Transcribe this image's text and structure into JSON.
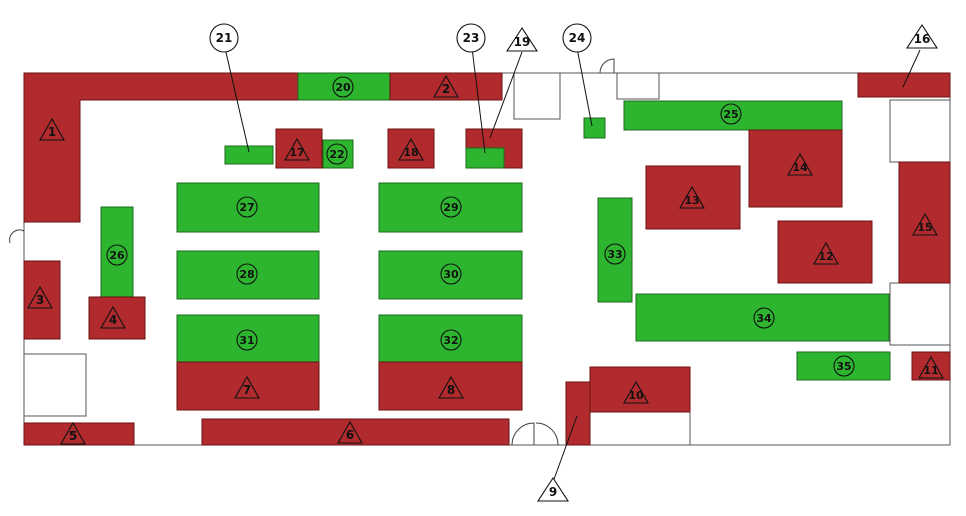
{
  "floor_plan": {
    "colors": {
      "red_zone": "#b12a2d",
      "green_zone": "#2db52f",
      "background": "#ffffff"
    },
    "areas": [
      {
        "id": "1",
        "label": "1",
        "zone": "red",
        "marker": "triangle"
      },
      {
        "id": "2",
        "label": "2",
        "zone": "red",
        "marker": "triangle"
      },
      {
        "id": "3",
        "label": "3",
        "zone": "red",
        "marker": "triangle"
      },
      {
        "id": "4",
        "label": "4",
        "zone": "red",
        "marker": "triangle"
      },
      {
        "id": "5",
        "label": "5",
        "zone": "red",
        "marker": "triangle"
      },
      {
        "id": "6",
        "label": "6",
        "zone": "red",
        "marker": "triangle"
      },
      {
        "id": "7",
        "label": "7",
        "zone": "red",
        "marker": "triangle"
      },
      {
        "id": "8",
        "label": "8",
        "zone": "red",
        "marker": "triangle"
      },
      {
        "id": "9",
        "label": "9",
        "zone": "red",
        "marker": "triangle"
      },
      {
        "id": "10",
        "label": "10",
        "zone": "red",
        "marker": "triangle"
      },
      {
        "id": "11",
        "label": "11",
        "zone": "red",
        "marker": "triangle"
      },
      {
        "id": "12",
        "label": "12",
        "zone": "red",
        "marker": "triangle"
      },
      {
        "id": "13",
        "label": "13",
        "zone": "red",
        "marker": "triangle"
      },
      {
        "id": "14",
        "label": "14",
        "zone": "red",
        "marker": "triangle"
      },
      {
        "id": "15",
        "label": "15",
        "zone": "red",
        "marker": "triangle"
      },
      {
        "id": "16",
        "label": "16",
        "zone": "red",
        "marker": "triangle"
      },
      {
        "id": "17",
        "label": "17",
        "zone": "red",
        "marker": "triangle"
      },
      {
        "id": "18",
        "label": "18",
        "zone": "red",
        "marker": "triangle"
      },
      {
        "id": "19",
        "label": "19",
        "zone": "red",
        "marker": "triangle"
      },
      {
        "id": "20",
        "label": "20",
        "zone": "green",
        "marker": "circle"
      },
      {
        "id": "21",
        "label": "21",
        "zone": "green",
        "marker": "circle"
      },
      {
        "id": "22",
        "label": "22",
        "zone": "green",
        "marker": "circle"
      },
      {
        "id": "23",
        "label": "23",
        "zone": "green",
        "marker": "circle"
      },
      {
        "id": "24",
        "label": "24",
        "zone": "green",
        "marker": "circle"
      },
      {
        "id": "25",
        "label": "25",
        "zone": "green",
        "marker": "circle"
      },
      {
        "id": "26",
        "label": "26",
        "zone": "green",
        "marker": "circle"
      },
      {
        "id": "27",
        "label": "27",
        "zone": "green",
        "marker": "circle"
      },
      {
        "id": "28",
        "label": "28",
        "zone": "green",
        "marker": "circle"
      },
      {
        "id": "29",
        "label": "29",
        "zone": "green",
        "marker": "circle"
      },
      {
        "id": "30",
        "label": "30",
        "zone": "green",
        "marker": "circle"
      },
      {
        "id": "31",
        "label": "31",
        "zone": "green",
        "marker": "circle"
      },
      {
        "id": "32",
        "label": "32",
        "zone": "green",
        "marker": "circle"
      },
      {
        "id": "33",
        "label": "33",
        "zone": "green",
        "marker": "circle"
      },
      {
        "id": "34",
        "label": "34",
        "zone": "green",
        "marker": "circle"
      },
      {
        "id": "35",
        "label": "35",
        "zone": "green",
        "marker": "circle"
      }
    ]
  }
}
